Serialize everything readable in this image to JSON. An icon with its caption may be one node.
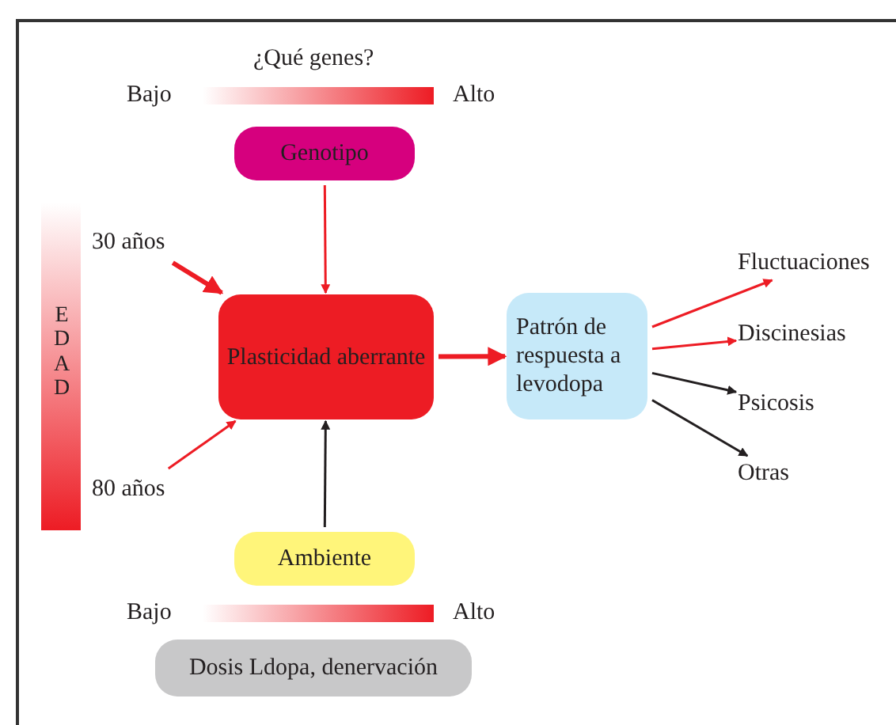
{
  "diagram": {
    "nodes": [
      {
        "text": [
          "Genotipo"
        ]
      },
      {
        "text": [
          "30 años"
        ]
      },
      {
        "text": [
          "Plasticidad aberrante"
        ]
      },
      {
        "text": [
          "80 años"
        ]
      },
      {
        "text": [
          "Patrón de respuesta a levodopa"
        ]
      },
      {
        "text": [
          "Fluctuaciones"
        ]
      },
      {
        "text": [
          "Discinesias"
        ]
      },
      {
        "text": [
          "Psicosis"
        ]
      },
      {
        "text": [
          "Otras"
        ]
      },
      {
        "text": [
          "Ambiente"
        ]
      },
      {
        "text": [
          "Dosis Ldopa, denervación"
        ]
      }
    ],
    "edges": [
      {
        "from": 0,
        "to": 2,
        "arrow": "to"
      },
      {
        "from": 1,
        "to": 2,
        "arrow": "to",
        "style": "thick"
      },
      {
        "from": 3,
        "to": 2,
        "arrow": "to"
      },
      {
        "from": 9,
        "to": 2,
        "arrow": "to",
        "color": "#231f20"
      },
      {
        "from": 2,
        "to": 4,
        "arrow": "to",
        "style": "thick"
      },
      {
        "from": 4,
        "to": 5,
        "arrow": "to"
      },
      {
        "from": 4,
        "to": 6,
        "arrow": "to"
      },
      {
        "from": 4,
        "to": 7,
        "arrow": "to",
        "color": "#231f20"
      },
      {
        "from": 4,
        "to": 8,
        "arrow": "to",
        "color": "#231f20"
      }
    ],
    "labels": [
      "¿Qué genes?",
      "Bajo",
      "Alto",
      "EDAD",
      "Bajo",
      "Alto"
    ]
  }
}
